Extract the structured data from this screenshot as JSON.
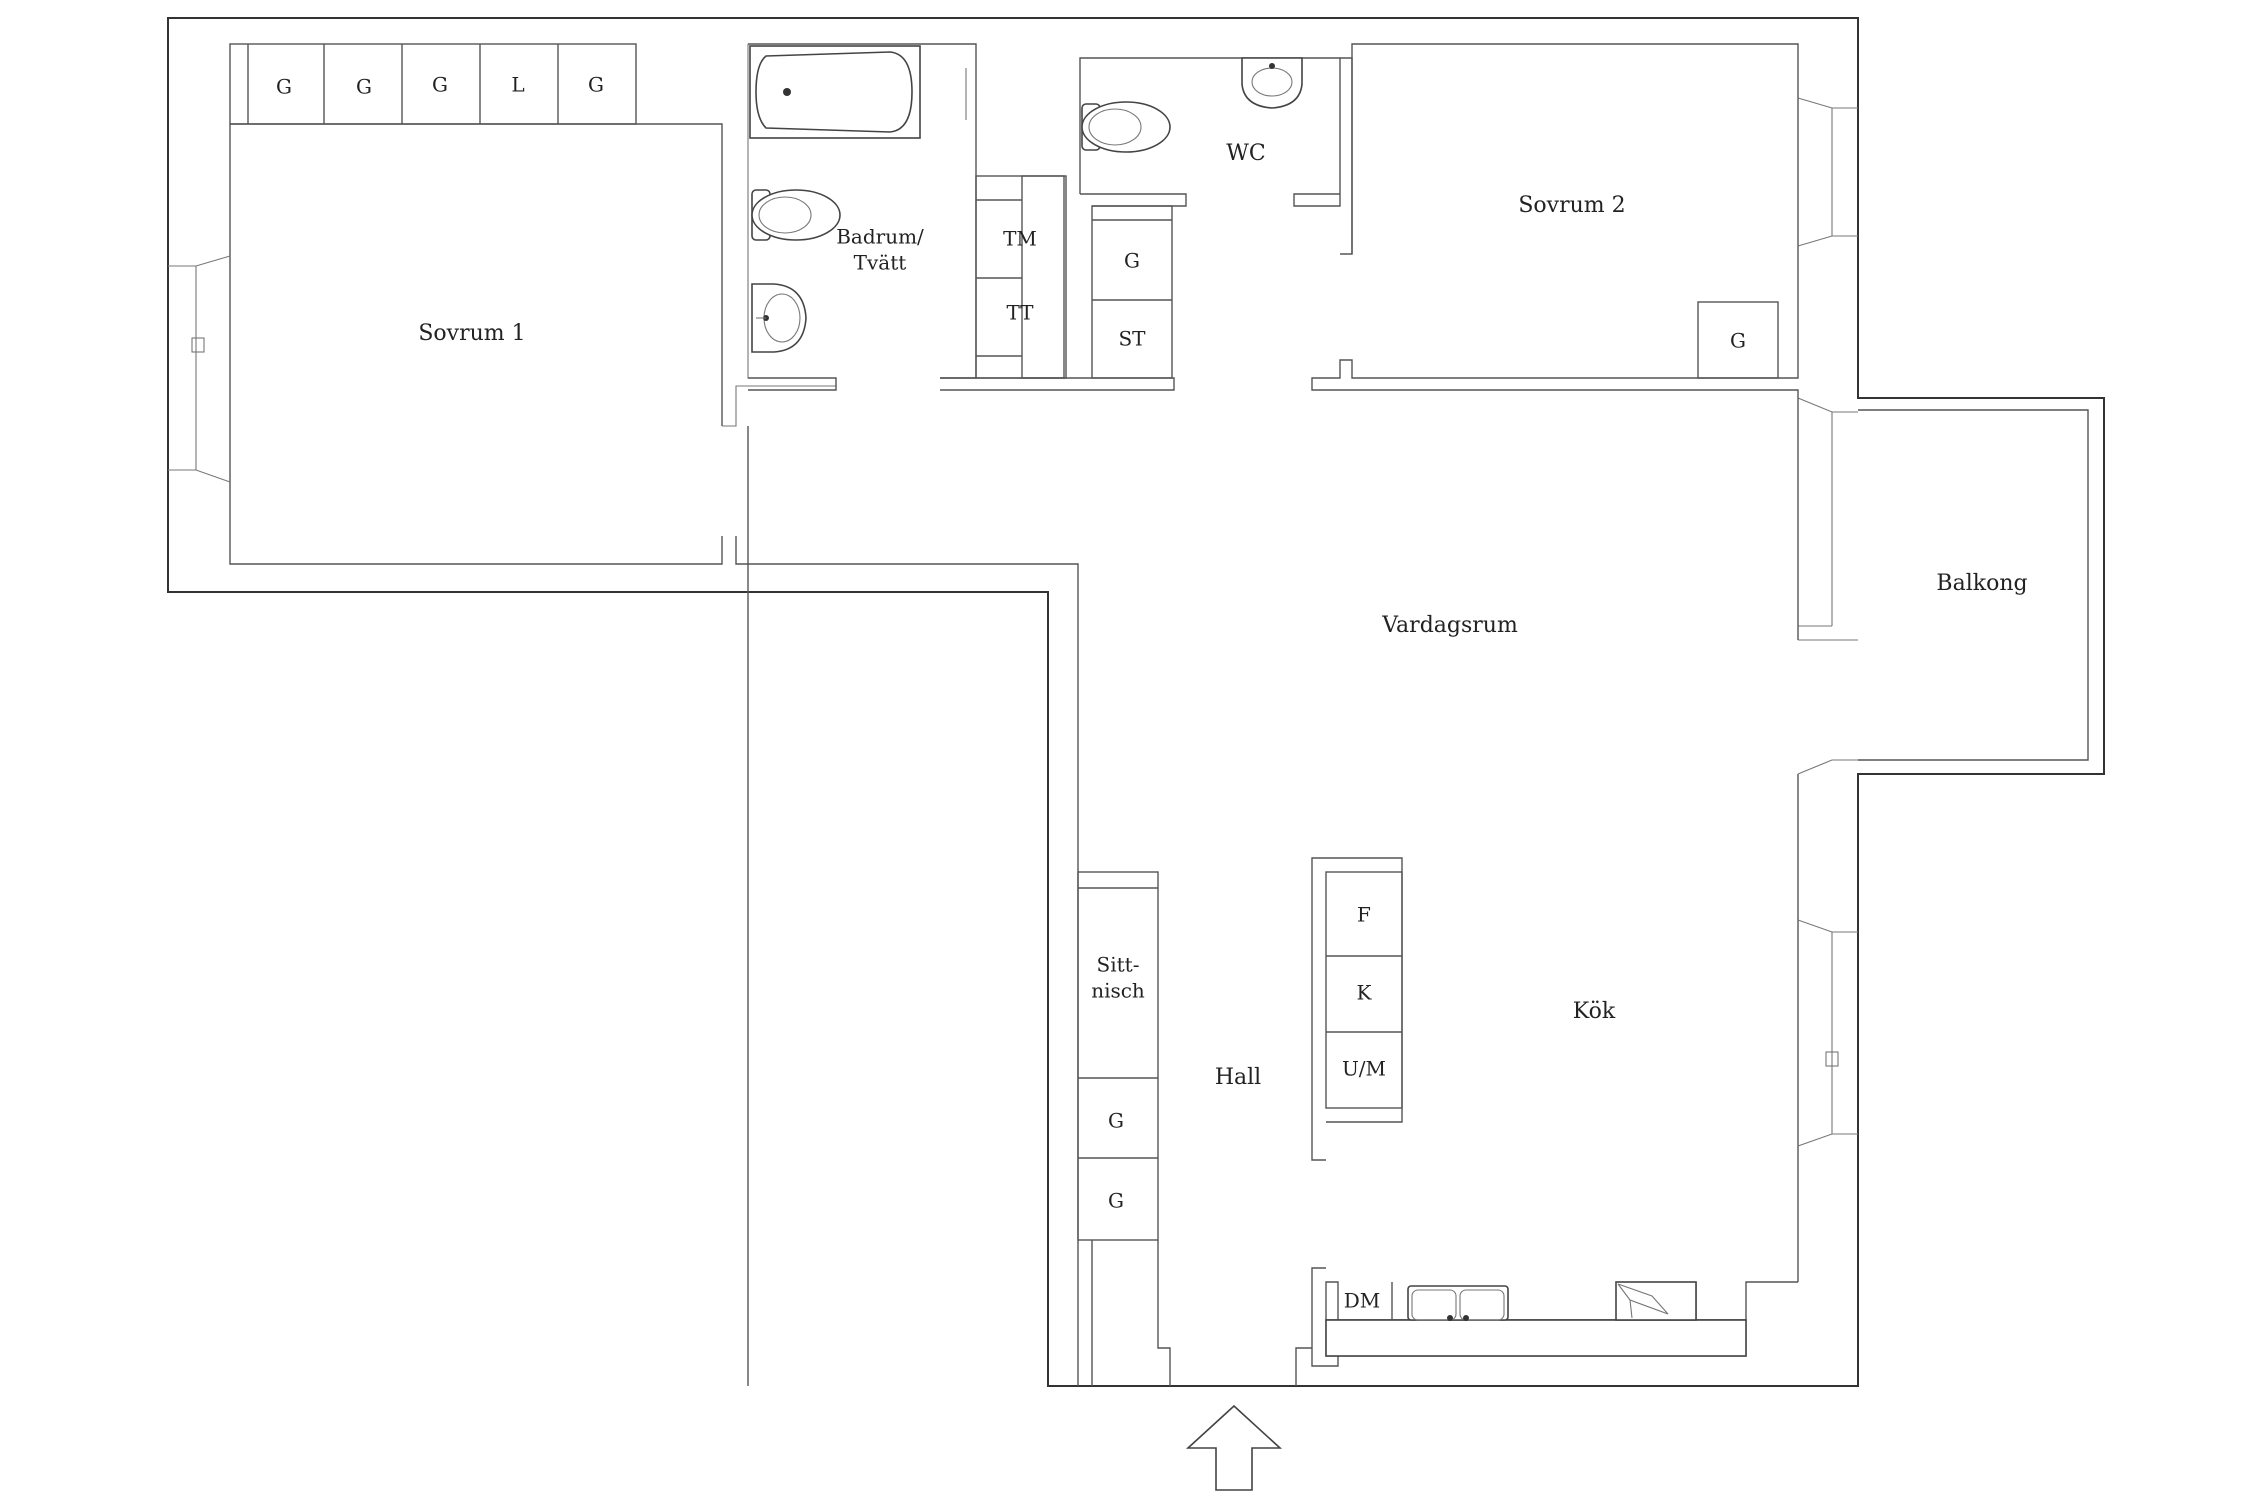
{
  "rooms": {
    "sovrum1": "Sovrum 1",
    "badrum_l1": "Badrum/",
    "badrum_l2": "Tvätt",
    "wc": "WC",
    "sovrum2": "Sovrum 2",
    "vardagsrum": "Vardagsrum",
    "balkong": "Balkong",
    "kok": "Kök",
    "hall": "Hall",
    "sitt_l1": "Sitt-",
    "sitt_l2": "nisch"
  },
  "wardrobes_top": [
    "G",
    "G",
    "G",
    "L",
    "G"
  ],
  "laundry": {
    "tm": "TM",
    "tt": "TT"
  },
  "closet_mid": {
    "g": "G",
    "st": "ST"
  },
  "sovrum2_closet": "G",
  "kitchen_column": [
    "F",
    "K",
    "U/M"
  ],
  "hall_closets": [
    "G",
    "G"
  ],
  "dishwasher": "DM",
  "icons": [
    "bathtub-icon",
    "toilet-icon",
    "sink-icon",
    "kitchen-sink-icon",
    "stove-icon",
    "entrance-arrow-icon"
  ],
  "colors": {
    "wall": "#333333",
    "background": "#ffffff"
  }
}
